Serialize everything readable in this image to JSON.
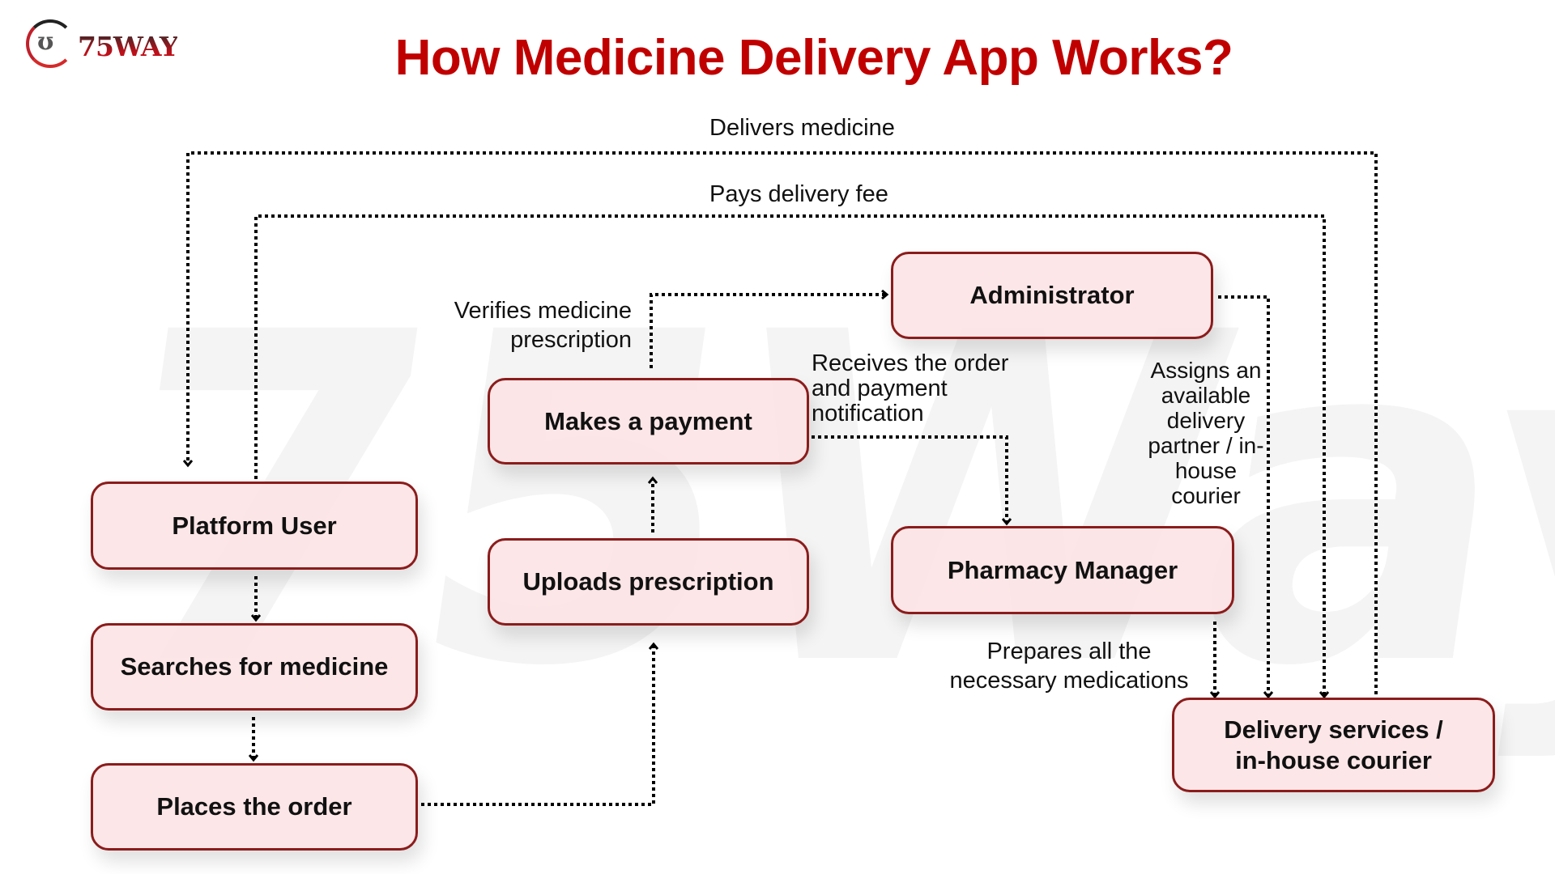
{
  "brand": {
    "logo_text": "75WAY",
    "logo_mark": "ʊ",
    "watermark": "75Way"
  },
  "title": "How Medicine Delivery App Works?",
  "colors": {
    "title": "#c00000",
    "box_fill": "#fde6e7",
    "box_border": "#8b1c1c",
    "connector": "#000000"
  },
  "nodes": {
    "platform_user": "Platform User",
    "searches": "Searches for medicine",
    "places_order": "Places the order",
    "makes_payment": "Makes a payment",
    "uploads_prescription": "Uploads prescription",
    "administrator": "Administrator",
    "pharmacy_manager": "Pharmacy Manager",
    "delivery": "Delivery services / in-house courier"
  },
  "edge_labels": {
    "delivers_medicine": "Delivers medicine",
    "pays_fee": "Pays delivery fee",
    "verifies_line1": "Verifies medicine",
    "verifies_line2": "prescription",
    "receives_line1": "Receives the order",
    "receives_line2": "and payment",
    "receives_line3": "notification",
    "assigns_line1": "Assigns an",
    "assigns_line2": "available",
    "assigns_line3": "delivery",
    "assigns_line4": "partner / in-",
    "assigns_line5": "house",
    "assigns_line6": "courier",
    "prepares_line1": "Prepares all the",
    "prepares_line2": "necessary medications"
  }
}
